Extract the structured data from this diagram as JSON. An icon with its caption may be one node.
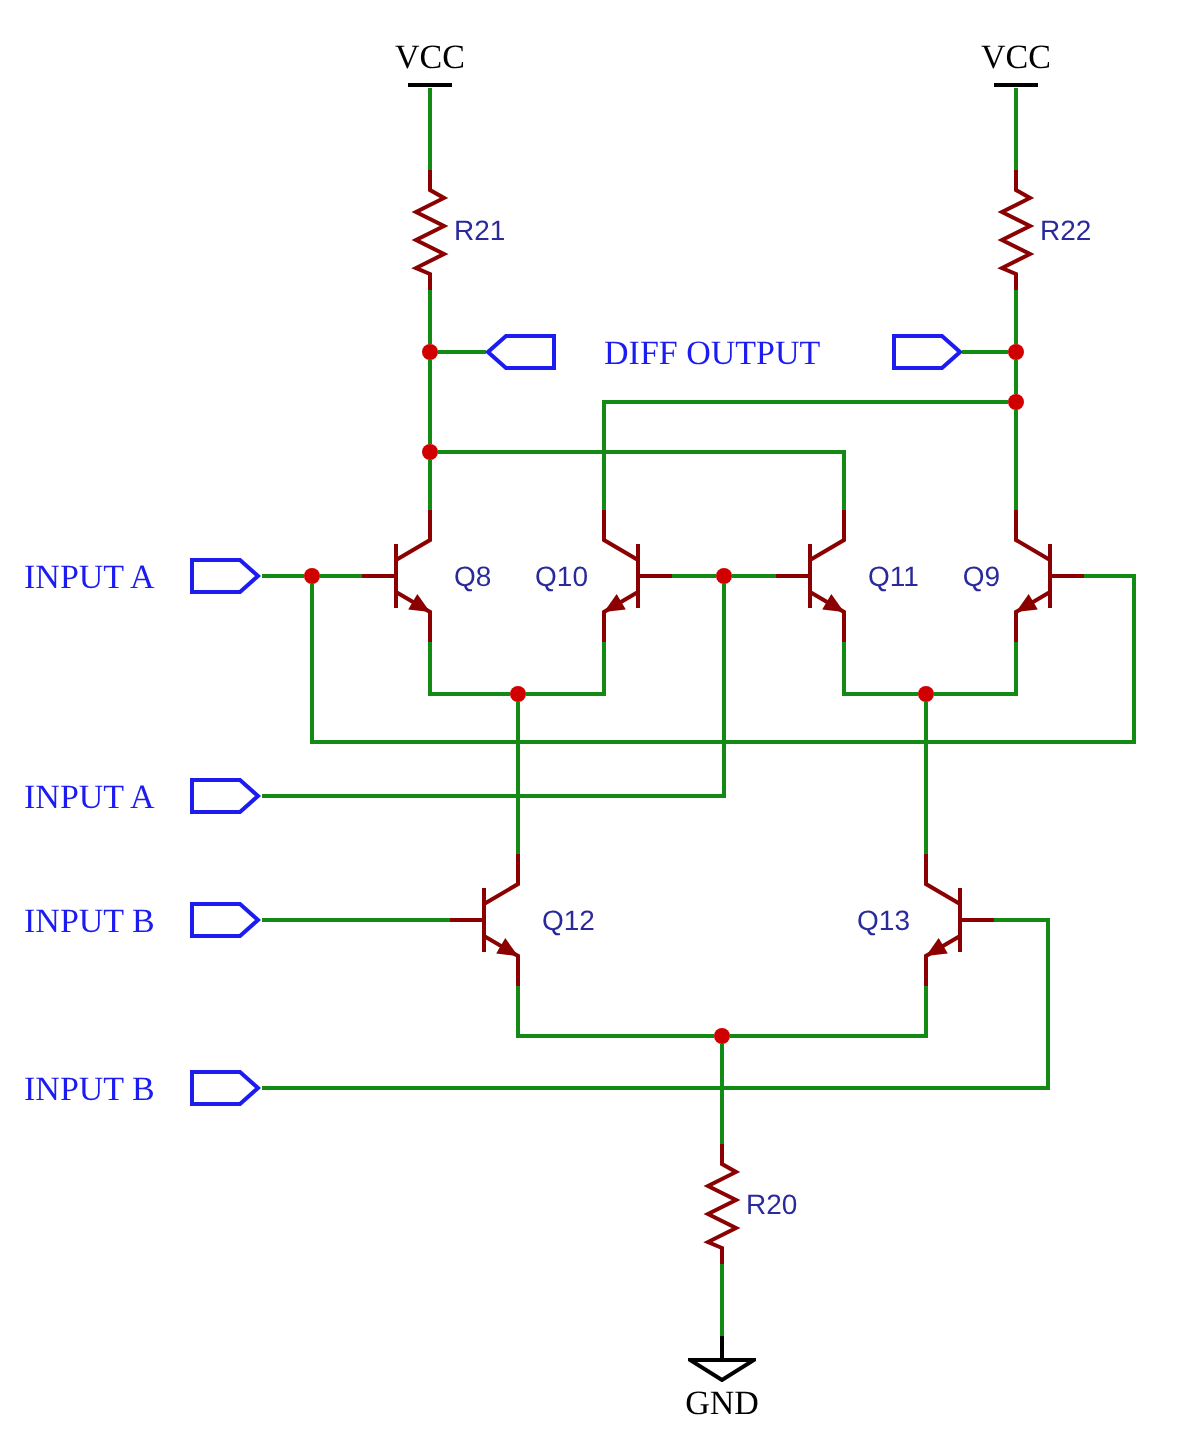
{
  "diagram": {
    "nodes": [
      {
        "text": [
          "VCC"
        ]
      },
      {
        "text": [
          "VCC"
        ]
      },
      {
        "text": [
          "R21"
        ]
      },
      {
        "text": [
          "R22"
        ]
      },
      {
        "text": [],
        "shape": "circle"
      },
      {
        "text": [],
        "shape": "pentagon"
      },
      {
        "text": [],
        "shape": "pentagon"
      },
      {
        "text": [],
        "shape": "circle"
      },
      {
        "text": [],
        "shape": "circle"
      },
      {
        "text": [],
        "shape": "circle"
      },
      {
        "text": [
          "INPUT A"
        ]
      },
      {
        "text": [],
        "shape": "circle"
      },
      {
        "text": [
          "Q8"
        ]
      },
      {
        "text": [
          "Q10"
        ]
      },
      {
        "text": [],
        "shape": "circle"
      },
      {
        "text": [
          "Q11"
        ]
      },
      {
        "text": [
          "Q9"
        ]
      },
      {
        "text": [],
        "shape": "circle"
      },
      {
        "text": [],
        "shape": "circle"
      },
      {
        "text": [
          "INPUT A"
        ]
      },
      {
        "text": [
          "INPUT B"
        ]
      },
      {
        "text": [
          "Q12"
        ]
      },
      {
        "text": [
          "Q13"
        ]
      },
      {
        "text": [],
        "shape": "circle"
      },
      {
        "text": [
          "INPUT B"
        ]
      },
      {
        "text": [
          "R20"
        ]
      },
      {
        "text": [
          "GND"
        ]
      }
    ],
    "edges": [
      {
        "from": 0,
        "to": 2,
        "arrow": "none"
      },
      {
        "from": 1,
        "to": 3,
        "arrow": "none"
      },
      {
        "from": 2,
        "to": 4,
        "arrow": "none"
      },
      {
        "from": 4,
        "to": 5,
        "arrow": "none"
      },
      {
        "from": 4,
        "to": 9,
        "arrow": "none"
      },
      {
        "from": 3,
        "to": 7,
        "arrow": "none"
      },
      {
        "from": 6,
        "to": 7,
        "arrow": "none"
      },
      {
        "from": 7,
        "to": 8,
        "arrow": "none"
      },
      {
        "from": 9,
        "to": 12,
        "arrow": "none"
      },
      {
        "from": 9,
        "to": 15,
        "arrow": "none"
      },
      {
        "from": 8,
        "to": 16,
        "arrow": "none"
      },
      {
        "from": 8,
        "to": 13,
        "arrow": "none"
      },
      {
        "from": 10,
        "to": 11,
        "arrow": "none"
      },
      {
        "from": 11,
        "to": 12,
        "arrow": "none"
      },
      {
        "from": 11,
        "to": 16,
        "arrow": "none"
      },
      {
        "from": 13,
        "to": 14,
        "arrow": "none"
      },
      {
        "from": 14,
        "to": 15,
        "arrow": "none"
      },
      {
        "from": 12,
        "to": 17,
        "arrow": "none"
      },
      {
        "from": 17,
        "to": 13,
        "arrow": "none"
      },
      {
        "from": 15,
        "to": 18,
        "arrow": "none"
      },
      {
        "from": 18,
        "to": 16,
        "arrow": "none"
      },
      {
        "from": 17,
        "to": 21,
        "arrow": "none"
      },
      {
        "from": 18,
        "to": 22,
        "arrow": "none"
      },
      {
        "from": 19,
        "to": 14,
        "arrow": "none"
      },
      {
        "from": 20,
        "to": 21,
        "arrow": "none"
      },
      {
        "from": 21,
        "to": 23,
        "arrow": "none"
      },
      {
        "from": 23,
        "to": 22,
        "arrow": "none"
      },
      {
        "from": 24,
        "to": 22,
        "arrow": "none"
      },
      {
        "from": 23,
        "to": 25,
        "arrow": "none"
      },
      {
        "from": 25,
        "to": 26,
        "arrow": "none"
      }
    ],
    "labels": [
      "DIFF OUTPUT"
    ]
  }
}
